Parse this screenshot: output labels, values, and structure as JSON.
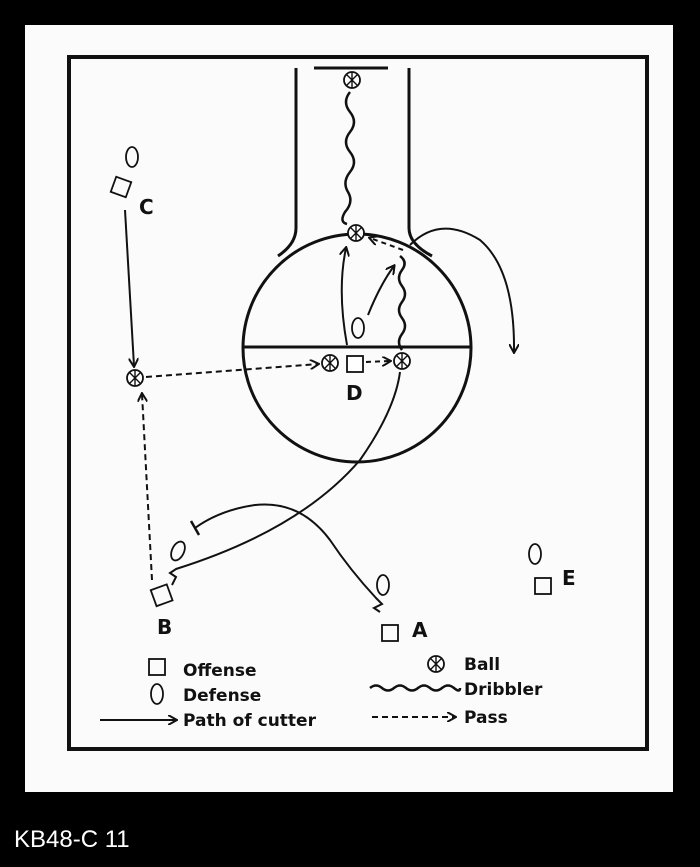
{
  "players": {
    "C": "C",
    "D": "D",
    "B": "B",
    "A": "A",
    "E": "E"
  },
  "legend": {
    "offense": "Offense",
    "defense": "Defense",
    "path": "Path of cutter",
    "ball": "Ball",
    "dribbler": "Dribbler",
    "pass": "Pass"
  },
  "caption": "KB48-C 11",
  "colors": {
    "ink": "#111111",
    "paper": "#fbfbfb",
    "background": "#000000"
  }
}
